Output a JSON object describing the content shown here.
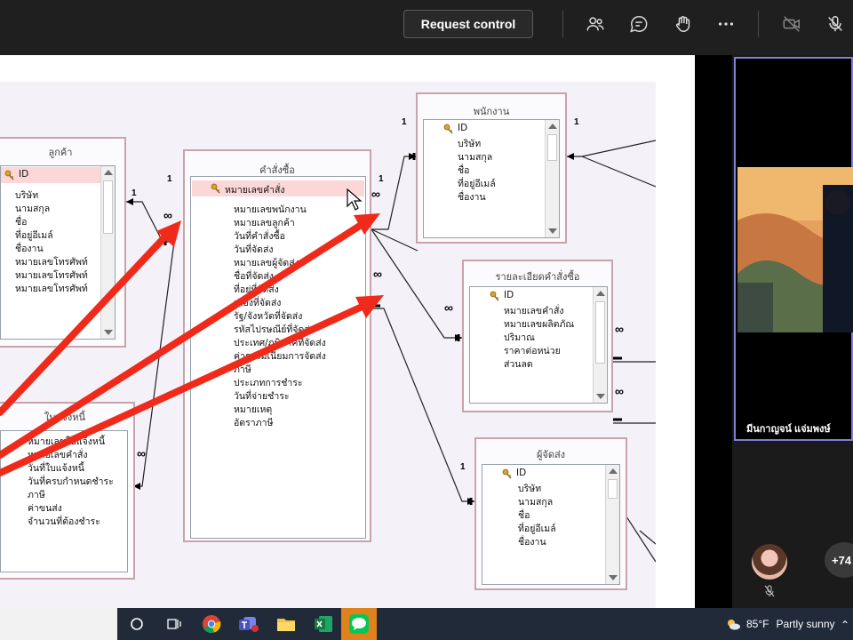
{
  "toolbar": {
    "request_control_label": "Request control",
    "icons": [
      "people-icon",
      "chat-icon",
      "raise-hand-icon",
      "more-icon",
      "camera-off-icon",
      "mic-off-icon"
    ]
  },
  "diagram": {
    "tables": {
      "customer": {
        "title": "ลูกค้า",
        "fields": [
          "ID",
          "บริษัท",
          "นามสกุล",
          "ชื่อ",
          "ที่อยู่อีเมล์",
          "ชื่องาน",
          "หมายเลขโทรศัพท์",
          "หมายเลขโทรศัพท์",
          "หมายเลขโทรศัพท์"
        ]
      },
      "orders": {
        "title": "คำสั่งซื้อ",
        "fields": [
          "หมายเลขคำสั่ง",
          "หมายเลขพนักงาน",
          "หมายเลขลูกค้า",
          "วันที่คำสั่งซื้อ",
          "วันที่จัดส่ง",
          "หมายเลขผู้จัดส่ง",
          "ชื่อที่จัดส่ง",
          "ที่อยู่ที่จัดส่ง",
          "เมืองที่จัดส่ง",
          "รัฐ/จังหวัดที่จัดส่ง",
          "รหัสไปรษณีย์ที่จัดส่ง",
          "ประเทศ/ภูมิภาคที่จัดส่ง",
          "ค่าธรรมเนียมการจัดส่ง",
          "ภาษี",
          "ประเภทการชำระ",
          "วันที่จ่ายชำระ",
          "หมายเหตุ",
          "อัตราภาษี"
        ]
      },
      "employee": {
        "title": "พนักงาน",
        "fields": [
          "ID",
          "บริษัท",
          "นามสกุล",
          "ชื่อ",
          "ที่อยู่อีเมล์",
          "ชื่องาน"
        ]
      },
      "order_details": {
        "title": "รายละเอียดคำสั่งซื้อ",
        "fields": [
          "ID",
          "หมายเลขคำสั่ง",
          "หมายเลขผลิตภัณ",
          "ปริมาณ",
          "ราคาต่อหน่วย",
          "ส่วนลด"
        ]
      },
      "invoice": {
        "title": "ใบแจ้งหนี้",
        "fields": [
          "หมายเลขใบแจ้งหนี้",
          "หมายเลขคำสั่ง",
          "วันที่ใบแจ้งหนี้",
          "วันที่ครบกำหนดชำระ",
          "ภาษี",
          "ค่าขนส่ง",
          "จำนวนที่ต้องชำระ"
        ]
      },
      "shipper": {
        "title": "ผู้จัดส่ง",
        "fields": [
          "ID",
          "บริษัท",
          "นามสกุล",
          "ชื่อ",
          "ที่อยู่อีเมล์",
          "ชื่องาน"
        ]
      }
    },
    "rel_one": "1",
    "rel_many": "∞"
  },
  "participant": {
    "name": "มีนกาญจน์ แจ่มพงษ์",
    "more_count": "+74"
  },
  "taskbar": {
    "temperature": "85°F",
    "condition": "Partly sunny",
    "apps": [
      "task-view-icon",
      "chrome-icon",
      "teams-icon",
      "file-explorer-icon",
      "excel-icon",
      "line-icon"
    ]
  }
}
